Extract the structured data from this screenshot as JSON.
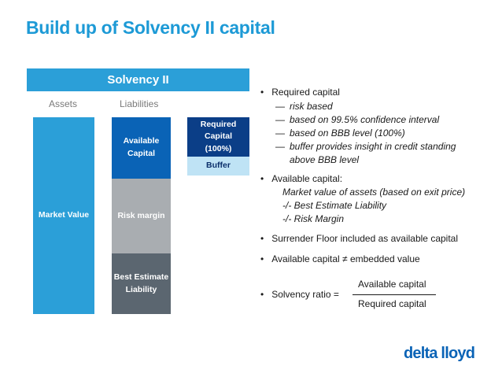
{
  "title": "Build up of Solvency II capital",
  "diagram": {
    "header": "Solvency II",
    "assets_label": "Assets",
    "liabilities_label": "Liabilities",
    "market_value": "Market Value",
    "available_capital": [
      "Available",
      "Capital"
    ],
    "risk_margin": "Risk margin",
    "best_estimate": [
      "Best Estimate",
      "Liability"
    ],
    "required_capital": [
      "Required",
      "Capital",
      "(100%)"
    ],
    "buffer": "Buffer",
    "colors": {
      "light_blue": "#2b9fd8",
      "dark_blue": "#0a63b6",
      "navy": "#0b3e87",
      "grey": "#a9adb1",
      "dark_grey": "#5b6670",
      "pale_blue": "#bfe3f5"
    }
  },
  "bullets": {
    "required": {
      "heading": "Required capital",
      "dash": "—",
      "items": [
        "risk based",
        "based on 99.5% confidence interval",
        "based on BBB level (100%)",
        "buffer provides insight in credit standing",
        "above BBB level"
      ]
    },
    "available": {
      "heading": "Available capital:",
      "lines": [
        "Market value of assets (based on exit price)",
        "-/-   Best Estimate Liability",
        "-/-   Risk Margin"
      ]
    },
    "surrender": "Surrender Floor included as available capital",
    "embedded": "Available capital ≠ embedded value",
    "ratio": {
      "label": "Solvency ratio =",
      "numerator": "Available capital",
      "denominator": "Required capital"
    }
  },
  "logo": "delta lloyd"
}
